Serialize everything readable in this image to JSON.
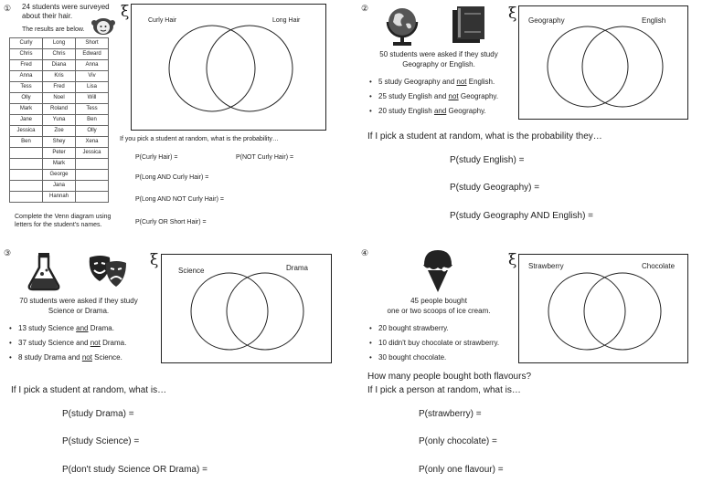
{
  "q1": {
    "number": "①",
    "intro_line1": "24 students were surveyed",
    "intro_line2": "about their hair.",
    "results": "The results are below.",
    "table": {
      "headers": [
        "Curly",
        "Long",
        "Short"
      ],
      "rows": [
        [
          "Chris",
          "Chris",
          "Edward"
        ],
        [
          "Fred",
          "Diana",
          "Anna"
        ],
        [
          "Anna",
          "Kris",
          "Viv"
        ],
        [
          "Tess",
          "Fred",
          "Lisa"
        ],
        [
          "Olly",
          "Noel",
          "Will"
        ],
        [
          "Mark",
          "Roland",
          "Tess"
        ],
        [
          "Jane",
          "Yuna",
          "Ben"
        ],
        [
          "Jessica",
          "Zoe",
          "Olly"
        ],
        [
          "Ben",
          "Shey",
          "Xena"
        ],
        [
          "",
          "Peter",
          "Jessica"
        ],
        [
          "",
          "Mark",
          ""
        ],
        [
          "",
          "George",
          ""
        ],
        [
          "",
          "Jana",
          ""
        ],
        [
          "",
          "Hannah",
          ""
        ]
      ]
    },
    "complete_line1": "Complete the Venn diagram using",
    "complete_line2": "letters for the student's names.",
    "xi": "ξ",
    "venn_left": "Curly Hair",
    "venn_right": "Long Hair",
    "prompt": "If you pick a student at random, what is the probability…",
    "questions": [
      "P(Curly Hair) =",
      "P(NOT Curly Hair) =",
      "P(Long AND Curly Hair) =",
      "P(Long AND NOT Curly Hair) =",
      "P(Curly OR Short Hair) ="
    ]
  },
  "q2": {
    "number": "②",
    "icons": [
      "globe-icon",
      "books-icon"
    ],
    "intro_line1": "50 students were asked if they study",
    "intro_line2": "Geography or English.",
    "bullets": [
      {
        "pre": "5 study Geography and ",
        "u": "not",
        "post": " English."
      },
      {
        "pre": "25 study English and ",
        "u": "not",
        "post": " Geography."
      },
      {
        "pre": "20 study English ",
        "u": "and",
        "post": " Geography."
      }
    ],
    "xi": "ξ",
    "venn_left": "Geography",
    "venn_right": "English",
    "prompt": "If I pick a student at random, what is the probability they…",
    "questions": [
      "P(study English) =",
      "P(study Geography) =",
      "P(study Geography AND English) ="
    ]
  },
  "q3": {
    "number": "③",
    "icons": [
      "flask-icon",
      "theatre-masks-icon"
    ],
    "intro_line1": "70 students were asked if they study",
    "intro_line2": "Science or Drama.",
    "bullets": [
      {
        "pre": "13 study Science ",
        "u": "and",
        "post": " Drama."
      },
      {
        "pre": "37 study Science and ",
        "u": "not",
        "post": " Drama."
      },
      {
        "pre": "8 study Drama and ",
        "u": "not",
        "post": " Science."
      }
    ],
    "xi": "ξ",
    "venn_left": "Science",
    "venn_right": "Drama",
    "prompt": "If I pick a student at random, what is…",
    "questions": [
      "P(study Drama) =",
      "P(study Science) =",
      "P(don't study Science OR Drama) ="
    ]
  },
  "q4": {
    "number": "④",
    "icons": [
      "ice-cream-icon"
    ],
    "intro_line1": "45 people bought",
    "intro_line2": "one or two scoops of ice cream.",
    "bullets": [
      {
        "pre": "20 bought strawberry.",
        "u": "",
        "post": ""
      },
      {
        "pre": "10 didn't buy chocolate or strawberry.",
        "u": "",
        "post": ""
      },
      {
        "pre": "30 bought chocolate.",
        "u": "",
        "post": ""
      }
    ],
    "xi": "ξ",
    "venn_left": "Strawberry",
    "venn_right": "Chocolate",
    "extra": "How many people bought both flavours?",
    "prompt": "If I pick a person at random, what is…",
    "questions": [
      "P(strawberry) =",
      "P(only chocolate) =",
      "P(only one flavour) ="
    ]
  }
}
